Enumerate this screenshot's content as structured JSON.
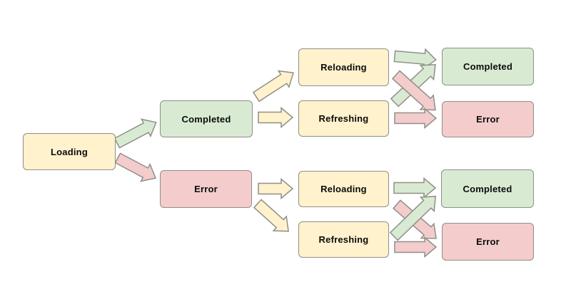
{
  "diagram": {
    "title": "",
    "colors": {
      "background": "#ffffff",
      "yellow_fill": "#fff2cc",
      "green_fill": "#d9ead3",
      "pink_fill": "#f4cccc",
      "border": "#8f8f88",
      "text": "#0b0b0b"
    },
    "nodes": {
      "loading": {
        "label": "Loading",
        "color": "yellow"
      },
      "completed_mid": {
        "label": "Completed",
        "color": "green"
      },
      "error_mid": {
        "label": "Error",
        "color": "pink"
      },
      "reloading_top": {
        "label": "Reloading",
        "color": "yellow"
      },
      "refreshing_top": {
        "label": "Refreshing",
        "color": "yellow"
      },
      "completed_top": {
        "label": "Completed",
        "color": "green"
      },
      "error_top": {
        "label": "Error",
        "color": "pink"
      },
      "reloading_bottom": {
        "label": "Reloading",
        "color": "yellow"
      },
      "refreshing_bottom": {
        "label": "Refreshing",
        "color": "yellow"
      },
      "completed_bottom": {
        "label": "Completed",
        "color": "green"
      },
      "error_bottom": {
        "label": "Error",
        "color": "pink"
      }
    },
    "edges": [
      {
        "from": "loading",
        "to": "completed_mid",
        "arrow_color": "green"
      },
      {
        "from": "loading",
        "to": "error_mid",
        "arrow_color": "pink"
      },
      {
        "from": "completed_mid",
        "to": "reloading_top",
        "arrow_color": "yellow"
      },
      {
        "from": "completed_mid",
        "to": "refreshing_top",
        "arrow_color": "yellow"
      },
      {
        "from": "error_mid",
        "to": "reloading_bottom",
        "arrow_color": "yellow"
      },
      {
        "from": "error_mid",
        "to": "refreshing_bottom",
        "arrow_color": "yellow"
      },
      {
        "from": "reloading_top",
        "to": "completed_top",
        "arrow_color": "green"
      },
      {
        "from": "reloading_top",
        "to": "error_top",
        "arrow_color": "pink"
      },
      {
        "from": "refreshing_top",
        "to": "completed_top",
        "arrow_color": "green"
      },
      {
        "from": "refreshing_top",
        "to": "error_top",
        "arrow_color": "pink"
      },
      {
        "from": "reloading_bottom",
        "to": "completed_bottom",
        "arrow_color": "green"
      },
      {
        "from": "reloading_bottom",
        "to": "error_bottom",
        "arrow_color": "pink"
      },
      {
        "from": "refreshing_bottom",
        "to": "completed_bottom",
        "arrow_color": "green"
      },
      {
        "from": "refreshing_bottom",
        "to": "error_bottom",
        "arrow_color": "pink"
      }
    ]
  }
}
